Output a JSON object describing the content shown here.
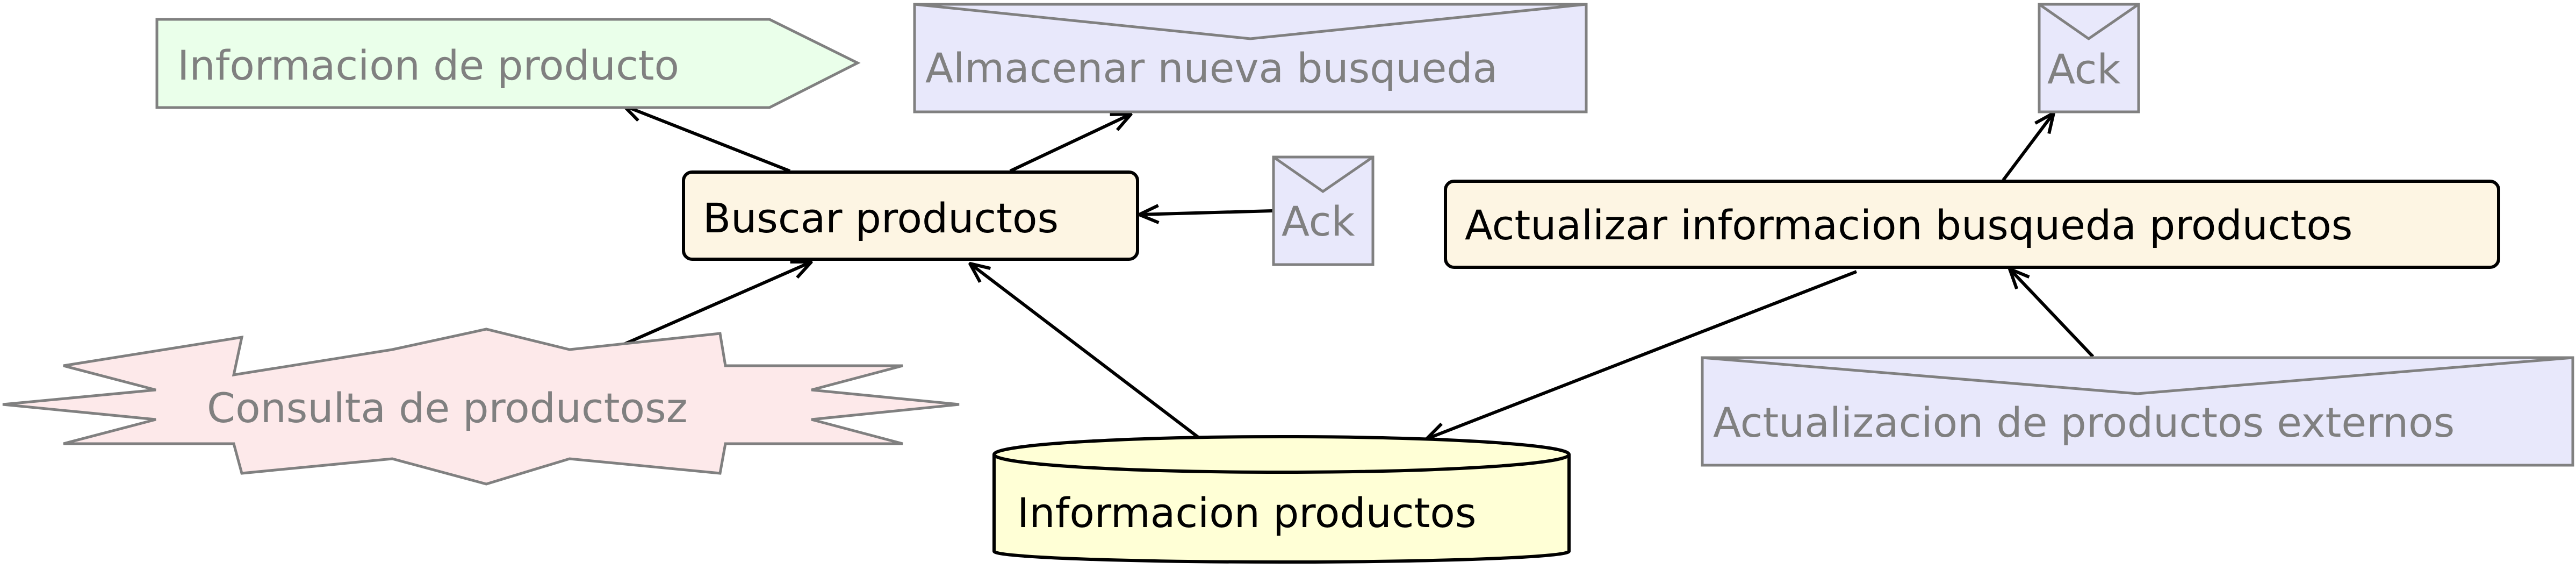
{
  "nodes": {
    "info_producto": {
      "label": "Informacion de producto"
    },
    "almacenar": {
      "label": "Almacenar nueva busqueda"
    },
    "ack_top": {
      "label": "Ack"
    },
    "buscar": {
      "label": "Buscar productos"
    },
    "ack_mid": {
      "label": "Ack"
    },
    "actualizar_info": {
      "label": "Actualizar informacion busqueda productos"
    },
    "consulta": {
      "label": "Consulta de productosz"
    },
    "info_productos_store": {
      "label": "Informacion productos"
    },
    "actualizacion_externos": {
      "label": "Actualizacion de productos externos"
    }
  },
  "colors": {
    "info_fill": "#eaffea",
    "message_fill": "#e8e8fb",
    "process_fill": "#fdf5e3",
    "event_fill": "#fde9ea",
    "store_fill": "#ffffd6",
    "stroke_muted": "#808080",
    "stroke_dark": "#000000"
  }
}
